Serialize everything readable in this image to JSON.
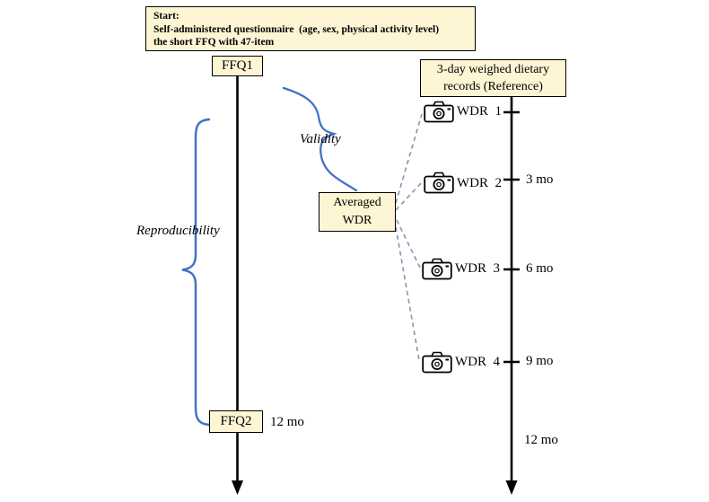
{
  "start_box": {
    "line1": "Start:",
    "line2": "Self-administered questionnaire  (age, sex, physical activity level)",
    "line3": "the short FFQ with 47-item"
  },
  "left_timeline": {
    "ffq1": "FFQ1",
    "ffq2": "FFQ2",
    "ffq2_time": "12 mo",
    "brace_label": "Reproducibility"
  },
  "right_timeline": {
    "header": "3-day weighed dietary records (Reference)",
    "wdr_labels": [
      "WDR  1",
      "WDR  2",
      "WDR  3",
      "WDR  4"
    ],
    "time_labels": [
      "3 mo",
      "6 mo",
      "9 mo",
      "12 mo"
    ]
  },
  "center": {
    "averaged_box": "Averaged WDR",
    "brace_label": "Validity"
  },
  "colors": {
    "box_fill": "#fdf5d3",
    "box_border": "#000000",
    "brace": "#4472c4",
    "dash": "#8496b0",
    "timeline": "#000000"
  }
}
